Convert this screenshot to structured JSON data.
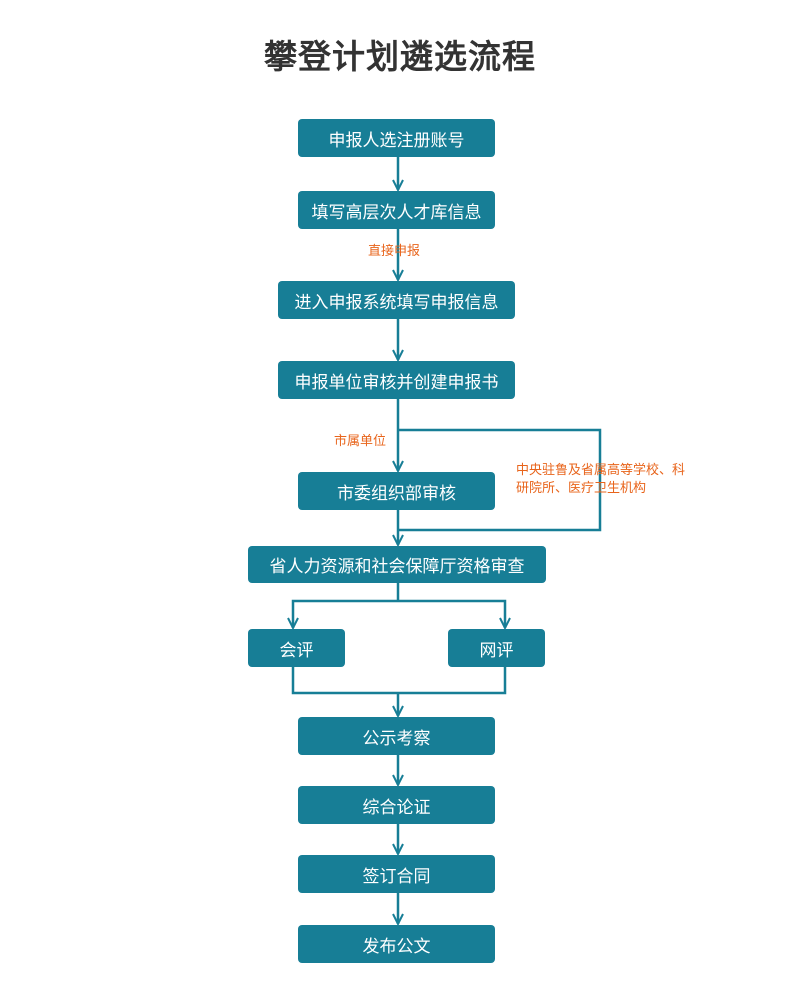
{
  "title": "攀登计划遴选流程",
  "colors": {
    "box": "#177e96",
    "line": "#177e96",
    "note": "#e8641b",
    "title": "#333333"
  },
  "steps": {
    "register": "申报人选注册账号",
    "fill_talent_db": "填写高层次人才库信息",
    "enter_system": "进入申报系统填写申报信息",
    "unit_review": "申报单位审核并创建申报书",
    "city_review": "市委组织部审核",
    "province_check": "省人力资源和社会保障厅资格审查",
    "meeting_review": "会评",
    "online_review": "网评",
    "publicity": "公示考察",
    "comprehensive": "综合论证",
    "sign_contract": "签订合同",
    "publish": "发布公文"
  },
  "notes": {
    "direct": "直接申报",
    "city_unit": "市属单位",
    "central_units": [
      "中央驻鲁及省属高等学校、科",
      "研院所、医疗卫生机构"
    ]
  }
}
